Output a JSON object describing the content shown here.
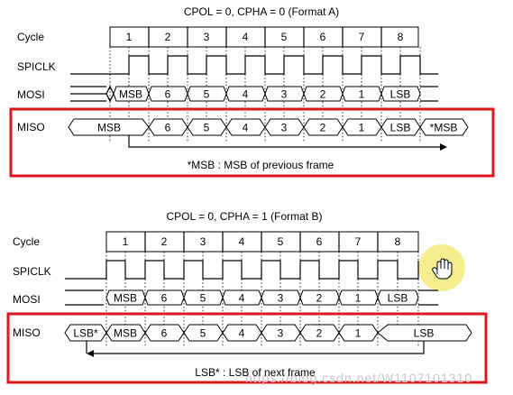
{
  "panels": [
    {
      "title": "CPOL = 0, CPHA = 0 (Format A)",
      "signals": [
        "Cycle",
        "SPICLK",
        "MOSI",
        "MISO"
      ],
      "cycles": [
        "1",
        "2",
        "3",
        "4",
        "5",
        "6",
        "7",
        "8"
      ],
      "mosi": [
        "MSB",
        "6",
        "5",
        "4",
        "3",
        "2",
        "1",
        "LSB"
      ],
      "miso": [
        "MSB",
        "6",
        "5",
        "4",
        "3",
        "2",
        "1",
        "LSB",
        "*MSB"
      ],
      "note": "*MSB : MSB of previous frame"
    },
    {
      "title": "CPOL = 0, CPHA = 1 (Format B)",
      "signals": [
        "Cycle",
        "SPICLK",
        "MOSI",
        "MISO"
      ],
      "cycles": [
        "1",
        "2",
        "3",
        "4",
        "5",
        "6",
        "7",
        "8"
      ],
      "mosi": [
        "MSB",
        "6",
        "5",
        "4",
        "3",
        "2",
        "1",
        "LSB"
      ],
      "miso": [
        "LSB*",
        "MSB",
        "6",
        "5",
        "4",
        "3",
        "2",
        "1",
        "LSB"
      ],
      "note": "LSB* : LSB of next frame"
    }
  ],
  "watermark": "https://blog.csdn.net/W1107101310",
  "colors": {
    "highlight": "#e0161f",
    "cursor_glow": "#f5ea7a"
  },
  "icons": [
    "hand-cursor-icon"
  ]
}
